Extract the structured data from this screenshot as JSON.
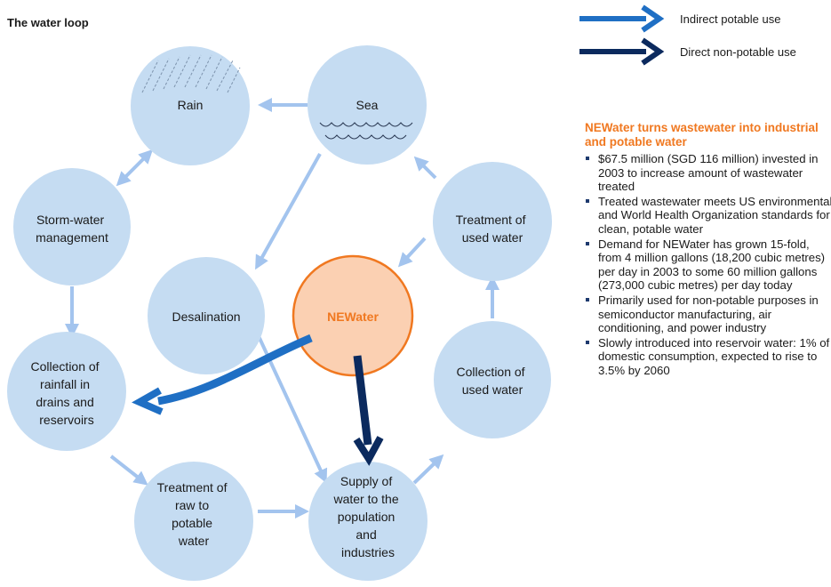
{
  "title": "The water loop",
  "legend": [
    {
      "label": "Indirect potable use",
      "color": "#1f6fc4"
    },
    {
      "label": "Direct non-potable use",
      "color": "#0b2a5e"
    }
  ],
  "nodes": {
    "rain": [
      "Rain"
    ],
    "sea": [
      "Sea"
    ],
    "storm": [
      "Storm-water",
      "management"
    ],
    "treat_used": [
      "Treatment of",
      "used water"
    ],
    "desal": [
      "Desalination"
    ],
    "newater": [
      "NEWater"
    ],
    "collect_rain": [
      "Collection of",
      "rainfall in",
      "drains and",
      "reservoirs"
    ],
    "collect_used": [
      "Collection of",
      "used water"
    ],
    "treat_raw": [
      "Treatment of",
      "raw to",
      "potable",
      "water"
    ],
    "supply": [
      "Supply of",
      "water to the",
      "population",
      "and",
      "industries"
    ]
  },
  "colors": {
    "node_fill": "#c5dcf2",
    "node_arrow": "#a3c4ee",
    "newater_fill": "#fbd0b2",
    "newater_stroke": "#f07820",
    "wave": "#2b3a55"
  },
  "panel": {
    "heading": "NEWater turns wastewater into industrial and potable water",
    "bullets": [
      "$67.5 million (SGD 116 million) invested in 2003 to increase amount of wastewater treated",
      "Treated wastewater meets US environmental and World Health Organization standards for clean, potable water",
      "Demand for NEWater has grown 15-fold, from 4 million gallons (18,200 cubic metres) per day in 2003 to some 60 million gallons (273,000 cubic metres) per day today",
      "Primarily used for non-potable purposes in semiconductor manufacturing, air conditioning, and power industry",
      "Slowly introduced into reservoir water: 1% of domestic consumption, expected to rise to 3.5% by 2060"
    ]
  }
}
